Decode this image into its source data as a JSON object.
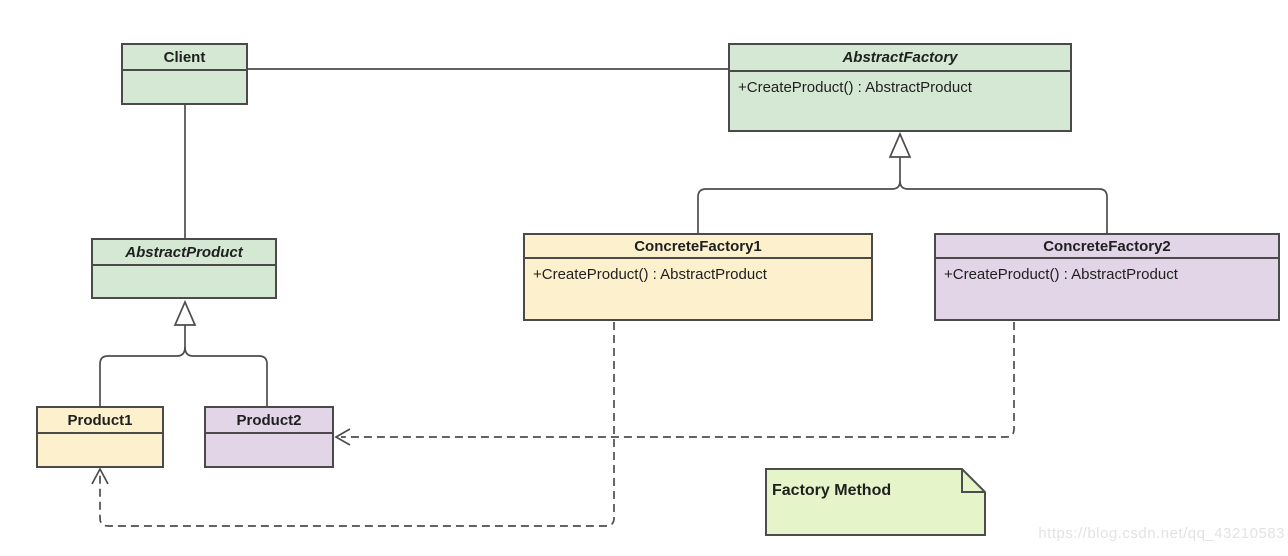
{
  "diagram": {
    "type": "uml-class-diagram",
    "classes": {
      "client": {
        "name": "Client",
        "abstract": false,
        "method": ""
      },
      "abstractFactory": {
        "name": "AbstractFactory",
        "abstract": true,
        "method": "+CreateProduct() : AbstractProduct"
      },
      "abstractProduct": {
        "name": "AbstractProduct",
        "abstract": true,
        "method": ""
      },
      "concreteFactory1": {
        "name": "ConcreteFactory1",
        "abstract": false,
        "method": "+CreateProduct() : AbstractProduct"
      },
      "concreteFactory2": {
        "name": "ConcreteFactory2",
        "abstract": false,
        "method": "+CreateProduct() : AbstractProduct"
      },
      "product1": {
        "name": "Product1",
        "abstract": false,
        "method": ""
      },
      "product2": {
        "name": "Product2",
        "abstract": false,
        "method": ""
      }
    },
    "relationships": [
      {
        "from": "Client",
        "to": "AbstractFactory",
        "type": "association"
      },
      {
        "from": "Client",
        "to": "AbstractProduct",
        "type": "association"
      },
      {
        "from": "ConcreteFactory1",
        "to": "AbstractFactory",
        "type": "generalization"
      },
      {
        "from": "ConcreteFactory2",
        "to": "AbstractFactory",
        "type": "generalization"
      },
      {
        "from": "Product1",
        "to": "AbstractProduct",
        "type": "generalization"
      },
      {
        "from": "Product2",
        "to": "AbstractProduct",
        "type": "generalization"
      },
      {
        "from": "ConcreteFactory1",
        "to": "Product1",
        "type": "dashed-dependency"
      },
      {
        "from": "ConcreteFactory2",
        "to": "Product2",
        "type": "dashed-dependency"
      }
    ],
    "note": {
      "text": "Factory Method"
    },
    "colors": {
      "class_green": "#d5e8d4",
      "class_yellow": "#fcf0cd",
      "class_purple": "#e1d5e7",
      "note_green": "#e6f5c9",
      "border": "#4a4a4a",
      "line": "#4d4d4d",
      "text": "#1f1f1f",
      "watermark": "#e3e3e3"
    }
  },
  "watermark": {
    "text": "https://blog.csdn.net/qq_43210583"
  }
}
